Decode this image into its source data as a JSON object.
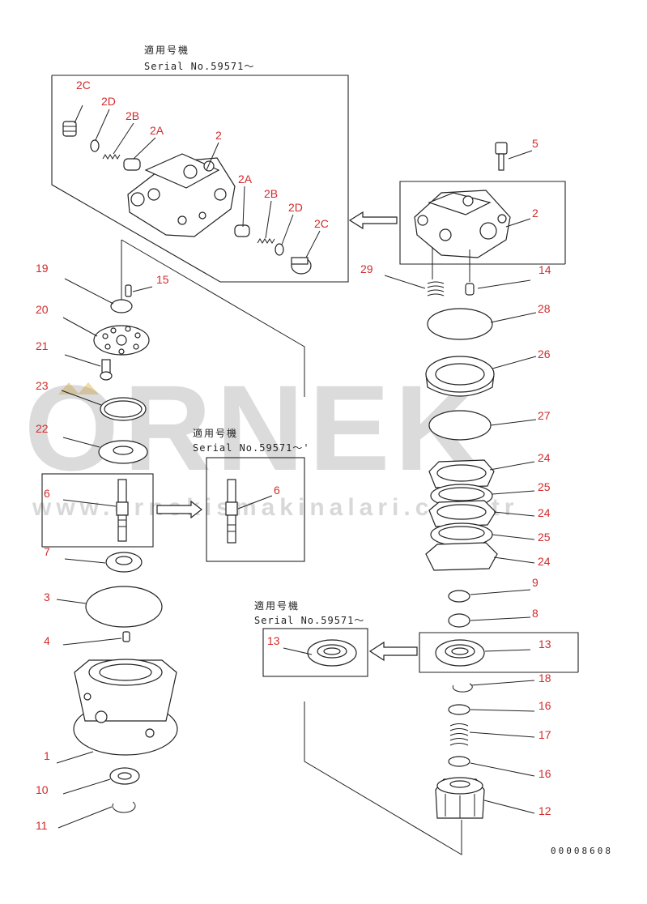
{
  "applicable_note": {
    "jp": "適用号機",
    "serial": "Serial No.59571～",
    "serial_small": "Serial No.59571～'"
  },
  "watermark": {
    "brand": "ORNEK",
    "url": "www.ornekismakinalari.com.tr"
  },
  "part_labels": {
    "n1": "1",
    "n2": "2",
    "n2b": "2",
    "n2A": "2A",
    "n2A_b": "2A",
    "n2B": "2B",
    "n2B_b": "2B",
    "n2C": "2C",
    "n2C_b": "2C",
    "n2D": "2D",
    "n2D_b": "2D",
    "n3": "3",
    "n4": "4",
    "n5": "5",
    "n6": "6",
    "n6b": "6",
    "n7": "7",
    "n8": "8",
    "n9": "9",
    "n10": "10",
    "n11": "11",
    "n12": "12",
    "n13": "13",
    "n13b": "13",
    "n14": "14",
    "n15": "15",
    "n16": "16",
    "n16b": "16",
    "n17": "17",
    "n18": "18",
    "n19": "19",
    "n20": "20",
    "n21": "21",
    "n22": "22",
    "n23": "23",
    "n24": "24",
    "n24b": "24",
    "n24c": "24",
    "n25": "25",
    "n25b": "25",
    "n26": "26",
    "n27": "27",
    "n28": "28",
    "n29": "29"
  },
  "drawing_code": "00008608",
  "colors": {
    "label": "#d12b2b",
    "line": "#222222",
    "watermark": "#8e8e8e"
  }
}
